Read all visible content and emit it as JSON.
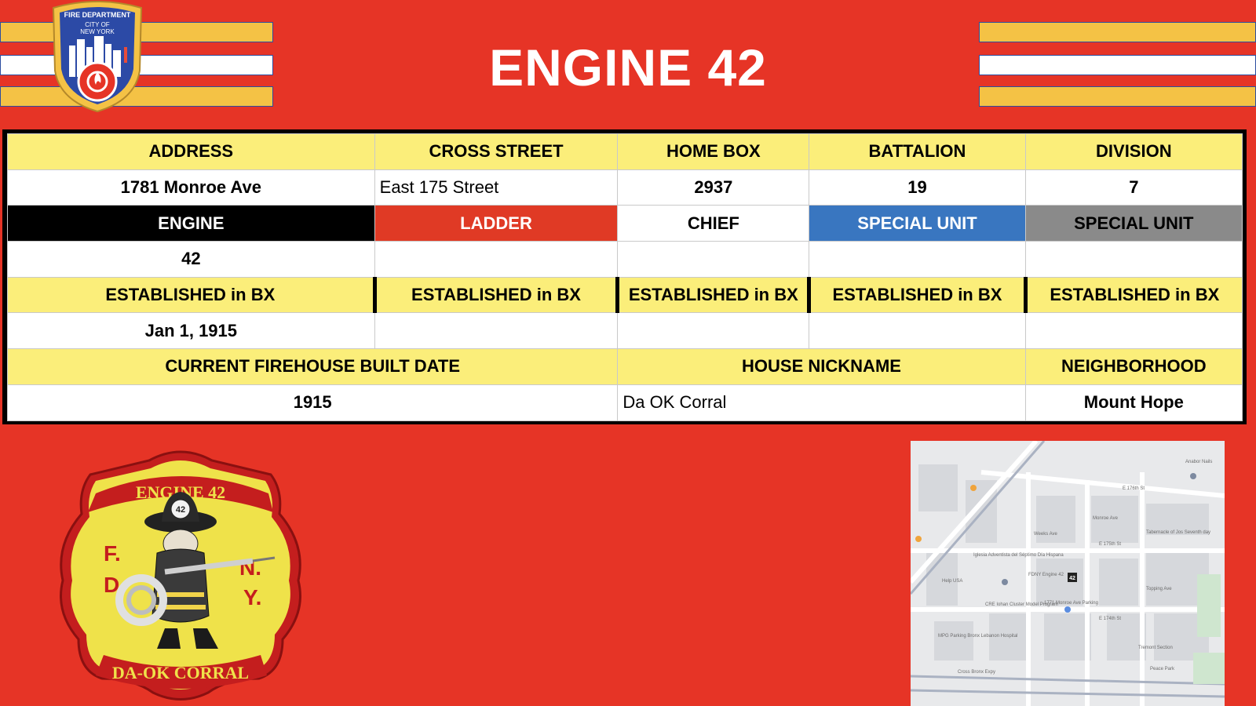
{
  "header": {
    "title": "ENGINE 42",
    "logo_text": {
      "line1": "FIRE DEPARTMENT",
      "line2": "CITY OF",
      "line3": "NEW YORK"
    }
  },
  "table": {
    "row1_headers": [
      "ADDRESS",
      "CROSS STREET",
      "HOME BOX",
      "BATTALION",
      "DIVISION"
    ],
    "row1_values": [
      "1781 Monroe Ave",
      "East 175 Street",
      "2937",
      "19",
      "7"
    ],
    "unit_headers": [
      "ENGINE",
      "LADDER",
      "CHIEF",
      "SPECIAL UNIT",
      "SPECIAL UNIT"
    ],
    "unit_values": [
      "42",
      "",
      "",
      "",
      ""
    ],
    "established_headers": [
      "ESTABLISHED in BX",
      "ESTABLISHED in BX",
      "ESTABLISHED in BX",
      "ESTABLISHED in BX",
      "ESTABLISHED in BX"
    ],
    "established_values": [
      "Jan 1, 1915",
      "",
      "",
      "",
      ""
    ],
    "bottom_headers": [
      "CURRENT FIREHOUSE BUILT DATE",
      "HOUSE NICKNAME",
      "NEIGHBORHOOD"
    ],
    "bottom_values": [
      "1915",
      "Da OK Corral",
      "Mount Hope"
    ]
  },
  "patch": {
    "top_banner": "ENGINE 42",
    "bottom_banner": "DA-OK CORRAL",
    "letters": [
      "F.",
      "D.",
      "N.",
      "Y."
    ],
    "helmet_number": "42"
  },
  "map": {
    "marker_number": "42",
    "labels": [
      "FDNY Engine 42",
      "Iglesia Adventista del Séptimo Día Hispana",
      "Tabernacle of Jos Seventh day",
      "CRE Iohan Cluster Model Program",
      "1771 Monroe Ave Parking",
      "MPG Parking Bronx Lebanon Hospital",
      "Help USA",
      "Tremont Section",
      "Peace Park",
      "Cross Bronx Expy",
      "Anabor Nails",
      "E 175th St",
      "E 174th St",
      "E 176th St",
      "Monroe Ave",
      "Weeks Ave",
      "Topping Ave"
    ]
  },
  "colors": {
    "background": "#e63426",
    "header_yellow": "#fbee7a",
    "stripe_gold": "#f4c245",
    "ladder_red": "#e03a25",
    "special_blue": "#3976c0",
    "special_gray": "#8a8a8a"
  }
}
